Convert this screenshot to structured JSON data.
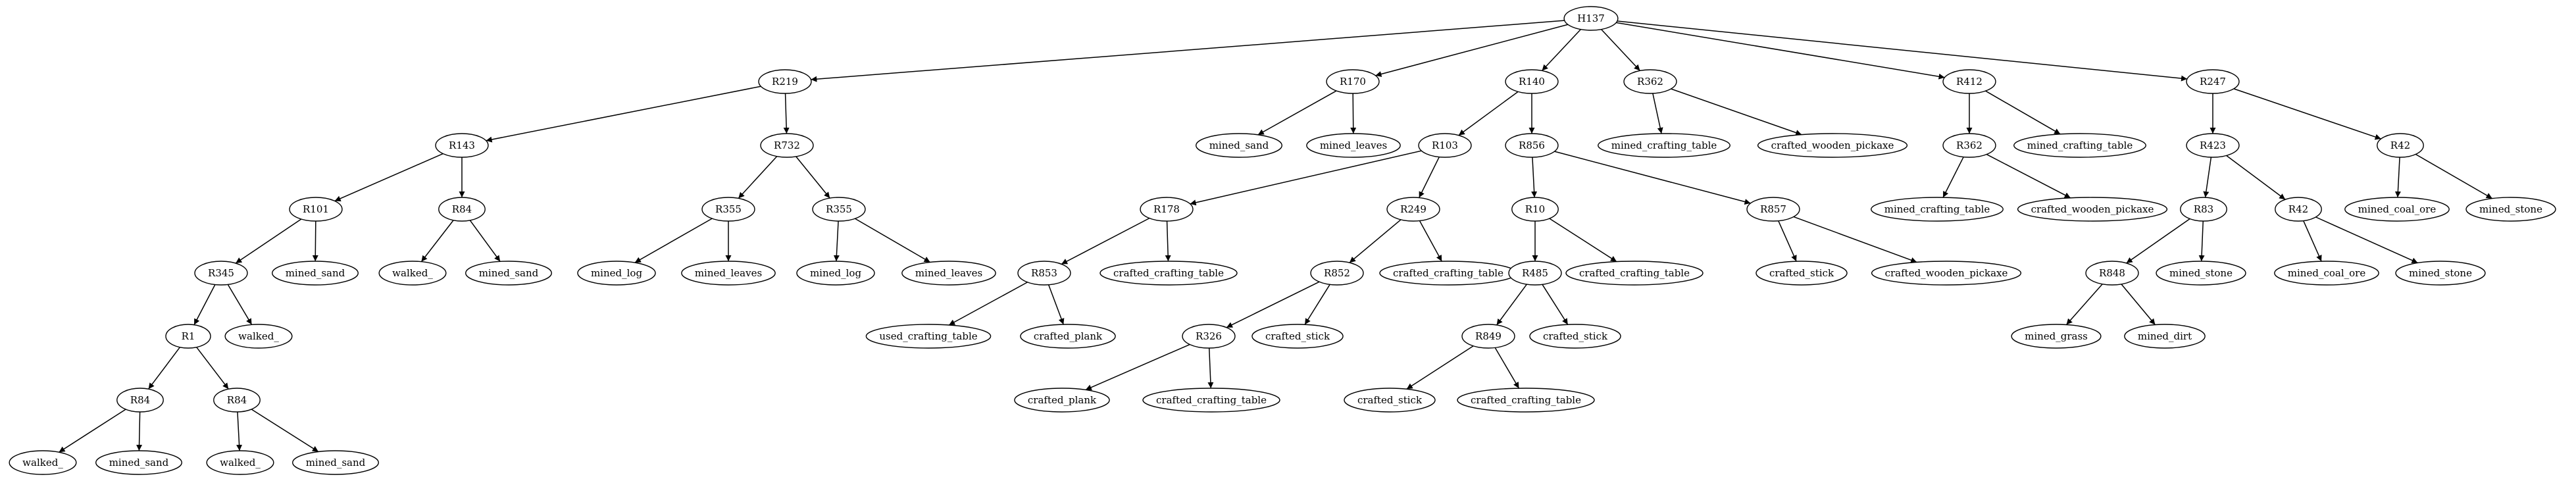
{
  "diagram": {
    "type": "tree",
    "nodes": [
      {
        "id": "n0",
        "label": "H137"
      },
      {
        "id": "n1",
        "label": "R219"
      },
      {
        "id": "n2",
        "label": "R170"
      },
      {
        "id": "n3",
        "label": "R140"
      },
      {
        "id": "n4",
        "label": "R362"
      },
      {
        "id": "n5",
        "label": "R412"
      },
      {
        "id": "n6",
        "label": "R247"
      },
      {
        "id": "n7",
        "label": "R143"
      },
      {
        "id": "n8",
        "label": "R732"
      },
      {
        "id": "n9",
        "label": "mined_sand"
      },
      {
        "id": "n10",
        "label": "mined_leaves"
      },
      {
        "id": "n11",
        "label": "R103"
      },
      {
        "id": "n12",
        "label": "R856"
      },
      {
        "id": "n13",
        "label": "mined_crafting_table"
      },
      {
        "id": "n14",
        "label": "crafted_wooden_pickaxe"
      },
      {
        "id": "n15",
        "label": "R362"
      },
      {
        "id": "n16",
        "label": "mined_crafting_table"
      },
      {
        "id": "n17",
        "label": "R423"
      },
      {
        "id": "n18",
        "label": "R42"
      },
      {
        "id": "n19",
        "label": "R101"
      },
      {
        "id": "n20",
        "label": "R84"
      },
      {
        "id": "n21",
        "label": "R355"
      },
      {
        "id": "n22",
        "label": "R355"
      },
      {
        "id": "n23",
        "label": "R178"
      },
      {
        "id": "n24",
        "label": "R249"
      },
      {
        "id": "n25",
        "label": "R10"
      },
      {
        "id": "n26",
        "label": "R857"
      },
      {
        "id": "n27",
        "label": "mined_crafting_table"
      },
      {
        "id": "n28",
        "label": "crafted_wooden_pickaxe"
      },
      {
        "id": "n29",
        "label": "R83"
      },
      {
        "id": "n30",
        "label": "R42"
      },
      {
        "id": "n31",
        "label": "mined_coal_ore"
      },
      {
        "id": "n32",
        "label": "mined_stone"
      },
      {
        "id": "n33",
        "label": "R345"
      },
      {
        "id": "n34",
        "label": "mined_sand"
      },
      {
        "id": "n35",
        "label": "walked_"
      },
      {
        "id": "n36",
        "label": "mined_sand"
      },
      {
        "id": "n37",
        "label": "mined_log"
      },
      {
        "id": "n38",
        "label": "mined_leaves"
      },
      {
        "id": "n39",
        "label": "mined_log"
      },
      {
        "id": "n40",
        "label": "mined_leaves"
      },
      {
        "id": "n41",
        "label": "R853"
      },
      {
        "id": "n42",
        "label": "crafted_crafting_table"
      },
      {
        "id": "n43",
        "label": "R852"
      },
      {
        "id": "n44",
        "label": "crafted_crafting_table"
      },
      {
        "id": "n45",
        "label": "R485"
      },
      {
        "id": "n46",
        "label": "crafted_crafting_table"
      },
      {
        "id": "n47",
        "label": "crafted_stick"
      },
      {
        "id": "n48",
        "label": "crafted_wooden_pickaxe"
      },
      {
        "id": "n49",
        "label": "R848"
      },
      {
        "id": "n50",
        "label": "mined_stone"
      },
      {
        "id": "n51",
        "label": "mined_coal_ore"
      },
      {
        "id": "n52",
        "label": "mined_stone"
      },
      {
        "id": "n53",
        "label": "R1"
      },
      {
        "id": "n54",
        "label": "walked_"
      },
      {
        "id": "n55",
        "label": "used_crafting_table"
      },
      {
        "id": "n56",
        "label": "crafted_plank"
      },
      {
        "id": "n57",
        "label": "R326"
      },
      {
        "id": "n58",
        "label": "crafted_stick"
      },
      {
        "id": "n59",
        "label": "R849"
      },
      {
        "id": "n60",
        "label": "crafted_stick"
      },
      {
        "id": "n61",
        "label": "mined_grass"
      },
      {
        "id": "n62",
        "label": "mined_dirt"
      },
      {
        "id": "n63",
        "label": "R84"
      },
      {
        "id": "n64",
        "label": "R84"
      },
      {
        "id": "n65",
        "label": "crafted_plank"
      },
      {
        "id": "n66",
        "label": "crafted_crafting_table"
      },
      {
        "id": "n67",
        "label": "crafted_stick"
      },
      {
        "id": "n68",
        "label": "crafted_crafting_table"
      },
      {
        "id": "n69",
        "label": "walked_"
      },
      {
        "id": "n70",
        "label": "mined_sand"
      },
      {
        "id": "n71",
        "label": "walked_"
      },
      {
        "id": "n72",
        "label": "mined_sand"
      }
    ],
    "edges": [
      [
        "n0",
        "n1"
      ],
      [
        "n0",
        "n2"
      ],
      [
        "n0",
        "n3"
      ],
      [
        "n0",
        "n4"
      ],
      [
        "n0",
        "n5"
      ],
      [
        "n0",
        "n6"
      ],
      [
        "n1",
        "n7"
      ],
      [
        "n1",
        "n8"
      ],
      [
        "n2",
        "n9"
      ],
      [
        "n2",
        "n10"
      ],
      [
        "n3",
        "n11"
      ],
      [
        "n3",
        "n12"
      ],
      [
        "n4",
        "n13"
      ],
      [
        "n4",
        "n14"
      ],
      [
        "n5",
        "n15"
      ],
      [
        "n5",
        "n16"
      ],
      [
        "n6",
        "n17"
      ],
      [
        "n6",
        "n18"
      ],
      [
        "n7",
        "n19"
      ],
      [
        "n7",
        "n20"
      ],
      [
        "n8",
        "n21"
      ],
      [
        "n8",
        "n22"
      ],
      [
        "n11",
        "n23"
      ],
      [
        "n11",
        "n24"
      ],
      [
        "n12",
        "n25"
      ],
      [
        "n12",
        "n26"
      ],
      [
        "n15",
        "n27"
      ],
      [
        "n15",
        "n28"
      ],
      [
        "n17",
        "n29"
      ],
      [
        "n17",
        "n30"
      ],
      [
        "n18",
        "n31"
      ],
      [
        "n18",
        "n32"
      ],
      [
        "n19",
        "n33"
      ],
      [
        "n19",
        "n34"
      ],
      [
        "n20",
        "n35"
      ],
      [
        "n20",
        "n36"
      ],
      [
        "n21",
        "n37"
      ],
      [
        "n21",
        "n38"
      ],
      [
        "n22",
        "n39"
      ],
      [
        "n22",
        "n40"
      ],
      [
        "n23",
        "n41"
      ],
      [
        "n23",
        "n42"
      ],
      [
        "n24",
        "n43"
      ],
      [
        "n24",
        "n44"
      ],
      [
        "n25",
        "n45"
      ],
      [
        "n25",
        "n46"
      ],
      [
        "n26",
        "n47"
      ],
      [
        "n26",
        "n48"
      ],
      [
        "n29",
        "n49"
      ],
      [
        "n29",
        "n50"
      ],
      [
        "n30",
        "n51"
      ],
      [
        "n30",
        "n52"
      ],
      [
        "n33",
        "n53"
      ],
      [
        "n33",
        "n54"
      ],
      [
        "n41",
        "n55"
      ],
      [
        "n41",
        "n56"
      ],
      [
        "n43",
        "n57"
      ],
      [
        "n43",
        "n58"
      ],
      [
        "n45",
        "n59"
      ],
      [
        "n45",
        "n60"
      ],
      [
        "n49",
        "n61"
      ],
      [
        "n49",
        "n62"
      ],
      [
        "n53",
        "n63"
      ],
      [
        "n53",
        "n64"
      ],
      [
        "n57",
        "n65"
      ],
      [
        "n57",
        "n66"
      ],
      [
        "n59",
        "n67"
      ],
      [
        "n59",
        "n68"
      ],
      [
        "n63",
        "n69"
      ],
      [
        "n63",
        "n70"
      ],
      [
        "n64",
        "n71"
      ],
      [
        "n64",
        "n72"
      ]
    ]
  }
}
